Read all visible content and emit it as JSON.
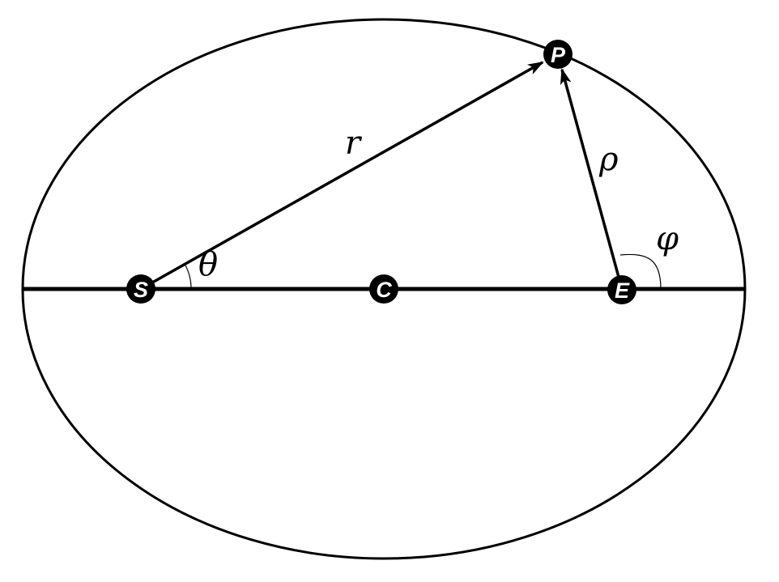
{
  "diagram": {
    "points": {
      "S": "S",
      "C": "C",
      "E": "E",
      "P": "P"
    },
    "labels": {
      "r": "r",
      "theta": "θ",
      "rho": "ρ",
      "phi": "φ"
    },
    "colors": {
      "stroke": "#000000",
      "background": "#ffffff",
      "point_text": "#ffffff"
    }
  }
}
